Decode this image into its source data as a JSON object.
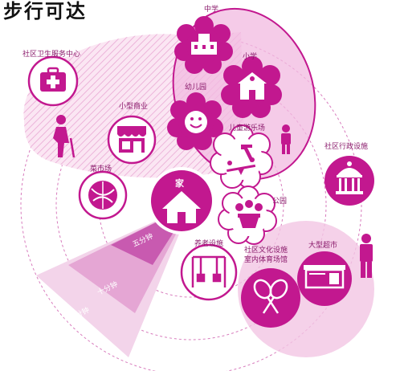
{
  "heading": "步行可达",
  "colors": {
    "magenta": "#c2188f",
    "magenta_light": "#f3c5e4",
    "magenta_pale": "#f9e1f1",
    "ring_dash": "#d87cbd",
    "wedge_dark": "#c85ab0",
    "wedge_mid": "#e5a6d4",
    "wedge_light": "#f3d4ea"
  },
  "facilities": {
    "health_center": {
      "label": "社区卫生服务中心",
      "icon": "medical-kit-icon"
    },
    "middle_school": {
      "label": "中学",
      "icon": "school-building-icon"
    },
    "primary_school": {
      "label": "小学",
      "icon": "school-bell-icon"
    },
    "kindergarten": {
      "label": "幼儿园",
      "icon": "smiley-flower-icon"
    },
    "playground": {
      "label": "儿童游乐场",
      "icon": "slide-seesaw-icon"
    },
    "small_shops": {
      "label": "小型商业",
      "icon": "storefront-icon"
    },
    "market": {
      "label": "菜市场",
      "icon": "cabbage-icon"
    },
    "home": {
      "label": "家",
      "icon": "house-icon"
    },
    "park": {
      "label": "公园",
      "icon": "flower-planter-icon"
    },
    "admin": {
      "label": "社区行政设施",
      "icon": "government-building-icon"
    },
    "elderly": {
      "label": "养老设施",
      "icon": "swing-set-icon"
    },
    "culture_sports": {
      "label": "社区文化设施\n室内体育场馆",
      "icon": "badminton-icon"
    },
    "supermarket": {
      "label": "大型超市",
      "icon": "shopfront-awning-icon"
    }
  },
  "walk_times": [
    "五分钟",
    "十分钟",
    "十五分钟"
  ],
  "figures": [
    "elderly-walker-icon",
    "child-figure-icon",
    "adult-figure-icon"
  ]
}
